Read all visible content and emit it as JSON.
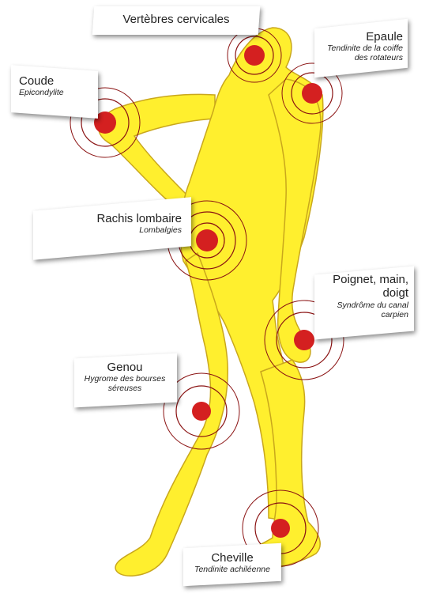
{
  "colors": {
    "body_fill": "#ffef2e",
    "body_outline": "#c9a71c",
    "hotspot": "#d42020",
    "ring": "#8a1212"
  },
  "labels": {
    "cervical": {
      "title": "Vertèbres cervicales",
      "subtitle": ""
    },
    "shoulder": {
      "title": "Epaule",
      "subtitle": "Tendinite de la coiffe des rotateurs"
    },
    "elbow": {
      "title": "Coude",
      "subtitle": "Epicondylite"
    },
    "lumbar": {
      "title": "Rachis lombaire",
      "subtitle": "Lombalgies"
    },
    "wrist": {
      "title": "Poignet, main, doigt",
      "subtitle": "Syndrôme du canal carpien"
    },
    "knee": {
      "title": "Genou",
      "subtitle": "Hygrome des bourses séreuses"
    },
    "ankle": {
      "title": "Cheville",
      "subtitle": "Tendinite achiléenne"
    }
  }
}
